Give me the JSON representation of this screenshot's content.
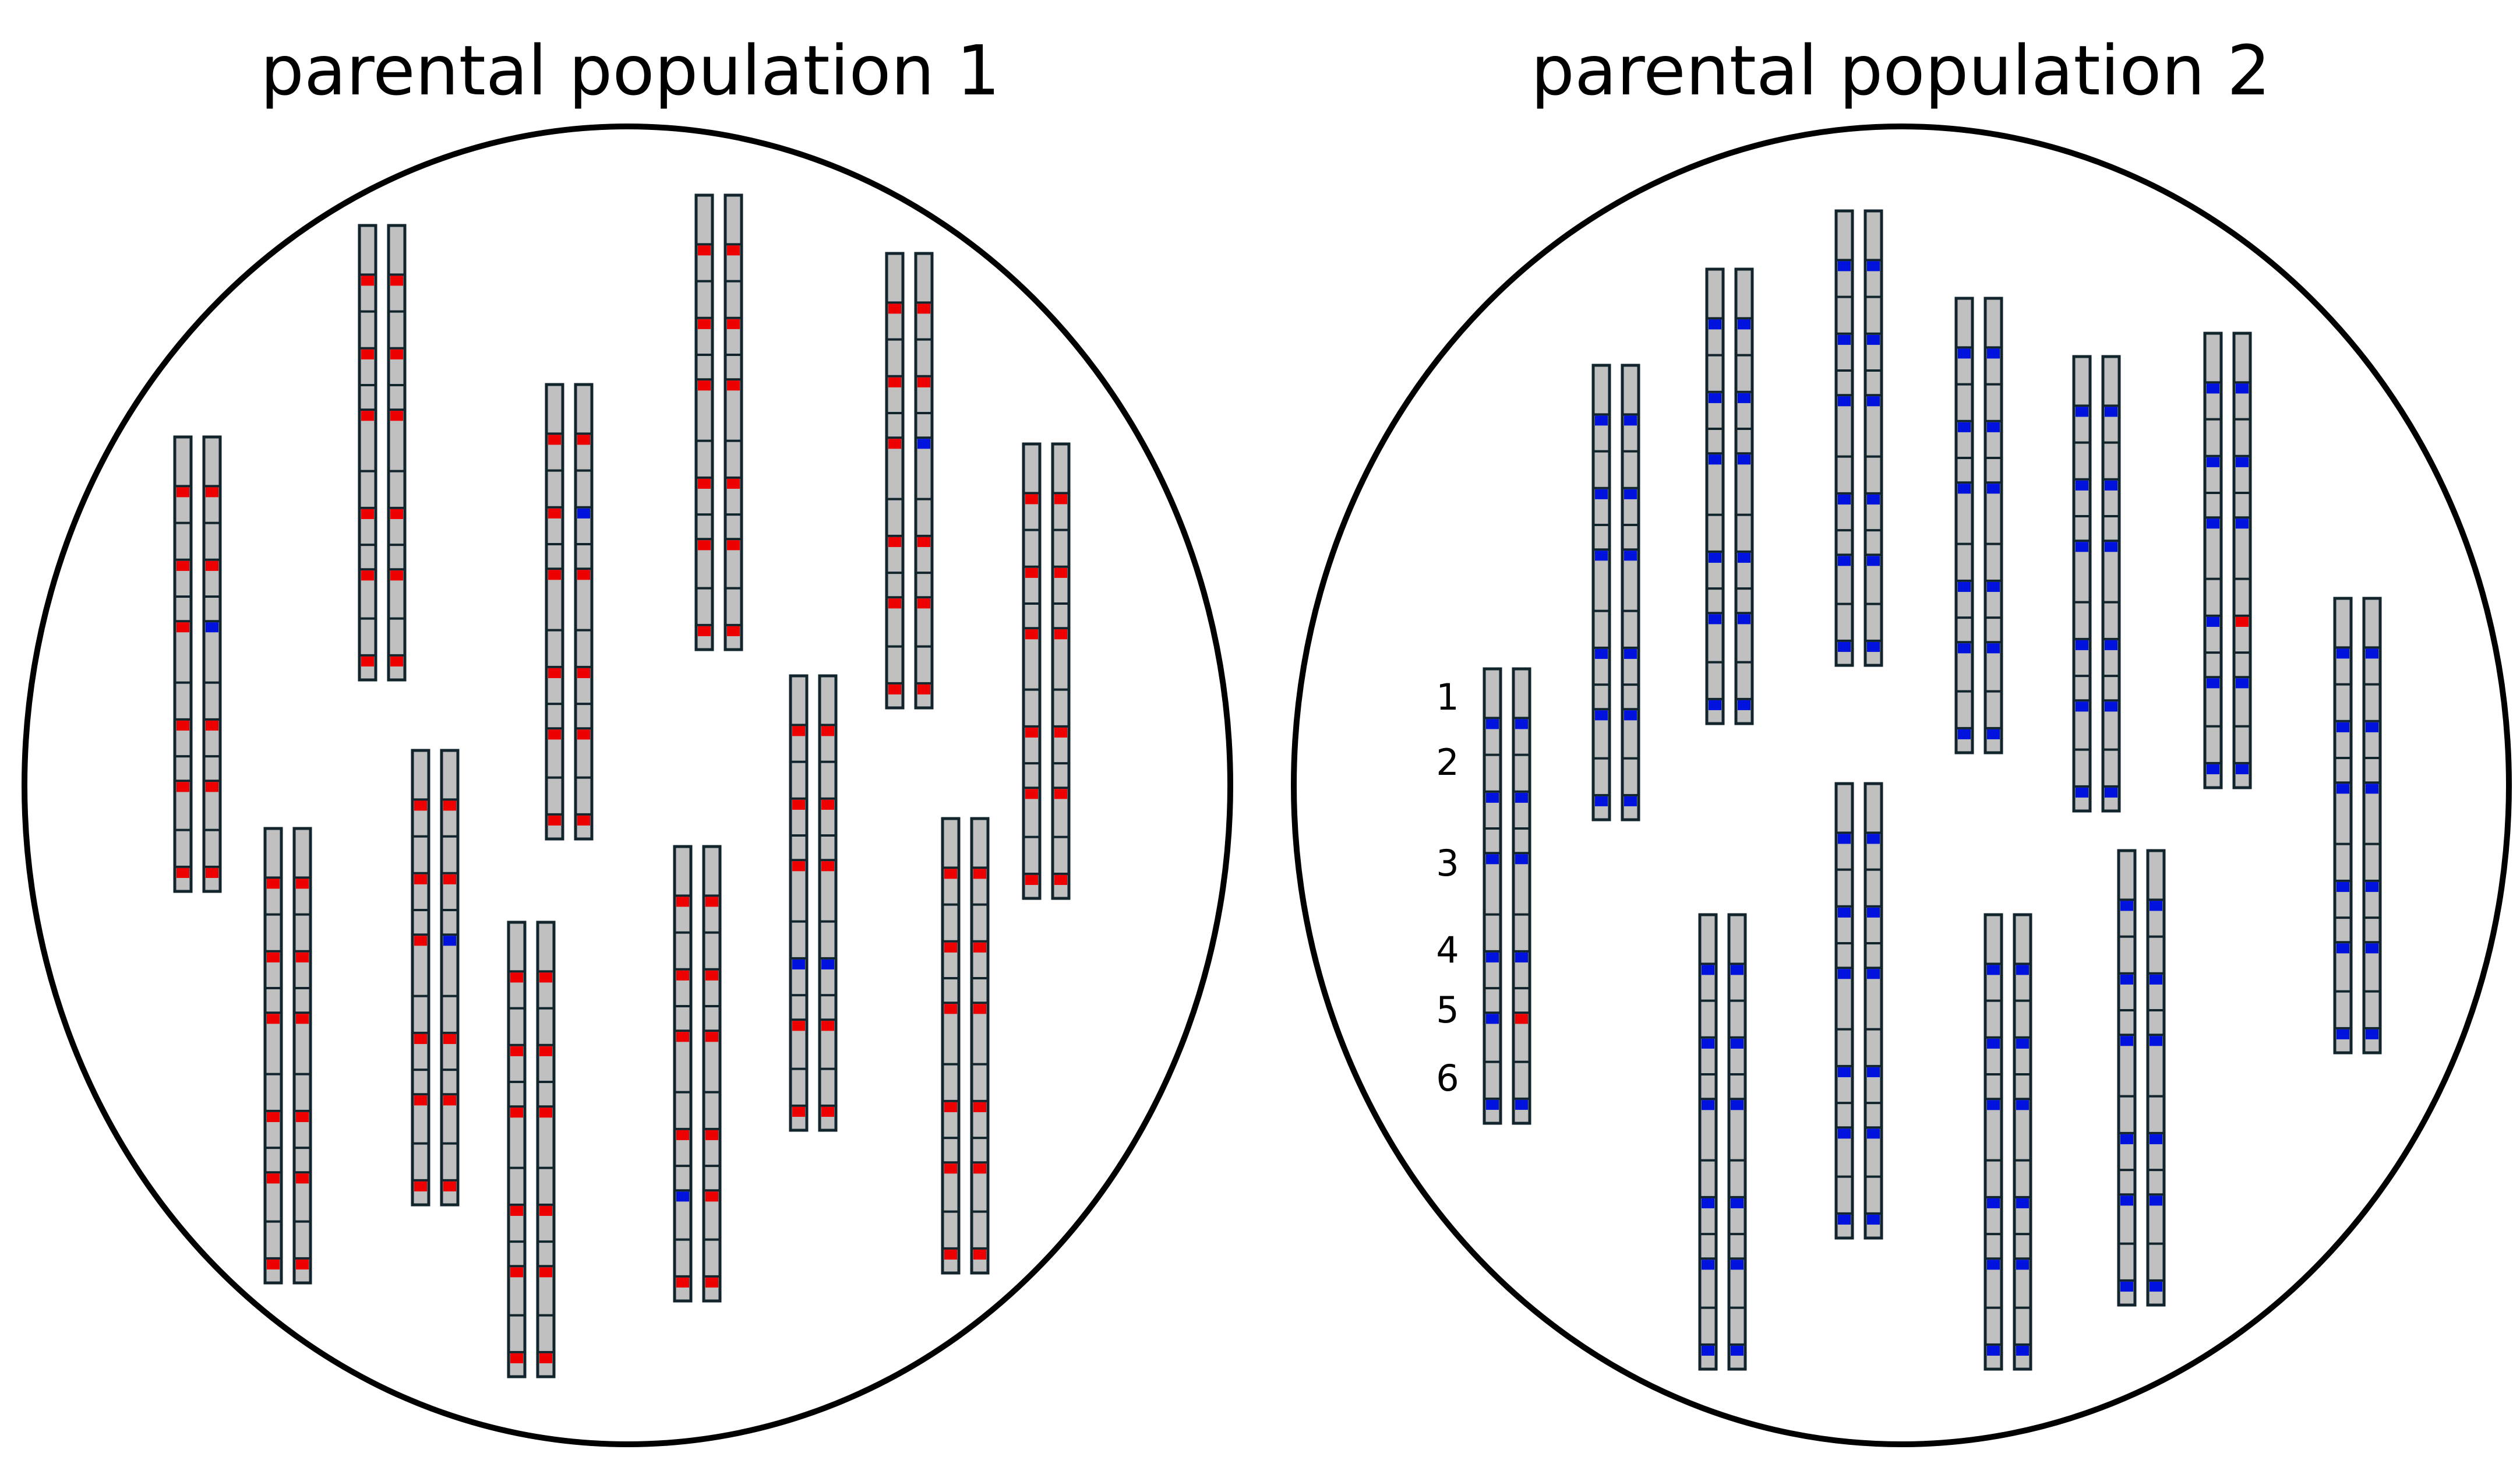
{
  "colors": {
    "background": "#ffffff",
    "outline": "#000000",
    "chromosome_fill": "#c0c0c0",
    "chromosome_stroke": "#12242c",
    "allele_red": "#ee0000",
    "allele_blue": "#0012dd"
  },
  "legend_allele_codes": {
    "R": "red allele",
    "B": "blue allele"
  },
  "populations": [
    {
      "id": "pop1",
      "title": "parental population 1",
      "individuals": [
        [
          "RRRRRR",
          "RRBRRR"
        ],
        [
          "RRRRRR",
          "RRRRRR"
        ],
        [
          "RRRRRR",
          "RRRRRR"
        ],
        [
          "RRRRRR",
          "RRBRRR"
        ],
        [
          "RRRRRR",
          "RRRRRR"
        ],
        [
          "RRRRRR",
          "RBRRRR"
        ],
        [
          "RRRRRR",
          "RRRRRR"
        ],
        [
          "RRRRBR",
          "RRRRRR"
        ],
        [
          "RRRBRR",
          "RRRBRR"
        ],
        [
          "RRRRRR",
          "RRBRRR"
        ],
        [
          "RRRRRR",
          "RRRRRR"
        ],
        [
          "RRRRRR",
          "RRRRRR"
        ]
      ]
    },
    {
      "id": "pop2",
      "title": "parental population 2",
      "locus_labels": [
        "1",
        "2",
        "3",
        "4",
        "5",
        "6"
      ],
      "individuals": [
        [
          "BBBBBB",
          "BBBBRB"
        ],
        [
          "BBBBBB",
          "BBBBBB"
        ],
        [
          "BBBBBB",
          "BBBBBB"
        ],
        [
          "BBBBBB",
          "BBBBBB"
        ],
        [
          "BBBBBB",
          "BBBBBB"
        ],
        [
          "BBBBBB",
          "BBBBBB"
        ],
        [
          "BBBBBB",
          "BBBBBB"
        ],
        [
          "BBBBBB",
          "BBBBBB"
        ],
        [
          "BBBBBB",
          "BBBBBB"
        ],
        [
          "BBBBBB",
          "BBBBBB"
        ],
        [
          "BBBBBB",
          "BBBRBB"
        ],
        [
          "BBBBBB",
          "BBBBBB"
        ]
      ]
    }
  ]
}
